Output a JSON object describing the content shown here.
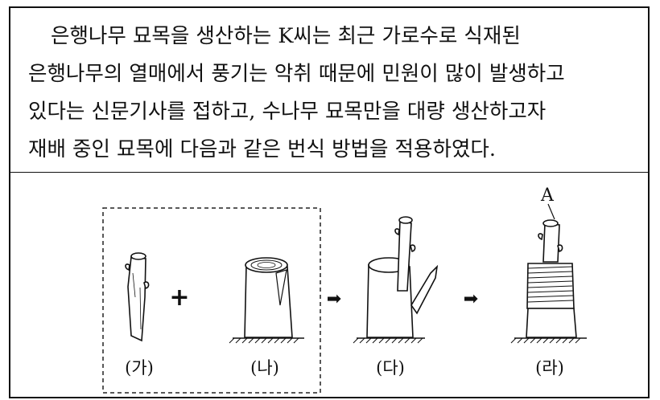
{
  "passage": {
    "lines": [
      "은행나무 묘목을 생산하는 K씨는 최근 가로수로 식재된",
      "은행나무의 열매에서 풍기는 악취 때문에 민원이 많이 발생하고",
      "있다는 신문기사를 접하고, 수나무 묘목만을 대량 생산하고자",
      "재배 중인 묘목에 다음과 같은 번식 방법을 적용하였다."
    ]
  },
  "figure": {
    "labels": [
      "(가)",
      "(나)",
      "(다)",
      "(라)"
    ],
    "operators": {
      "plus": "+",
      "arrow": "➡"
    },
    "marker_label": "A"
  }
}
